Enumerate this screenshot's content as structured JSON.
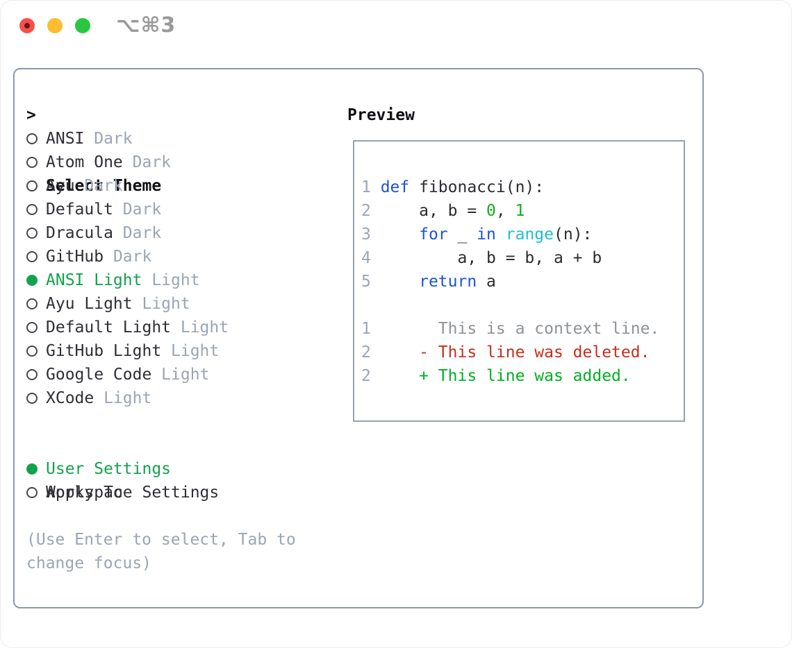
{
  "titlebar": {
    "shortcut": "⌥⌘3",
    "traffic_lights": {
      "close_color": "#f4514b",
      "close_dot_color": "#6e1411",
      "minimize_color": "#fcbd2f",
      "zoom_color": "#29c73f"
    }
  },
  "panel": {
    "select_theme": {
      "prefix": ">",
      "header": "Select Theme",
      "items": [
        {
          "name": "ANSI",
          "variant": "Dark",
          "selected": false
        },
        {
          "name": "Atom One",
          "variant": "Dark",
          "selected": false
        },
        {
          "name": "Ayu",
          "variant": "Dark",
          "selected": false
        },
        {
          "name": "Default",
          "variant": "Dark",
          "selected": false
        },
        {
          "name": "Dracula",
          "variant": "Dark",
          "selected": false
        },
        {
          "name": "GitHub",
          "variant": "Dark",
          "selected": false
        },
        {
          "name": "ANSI Light",
          "variant": "Light",
          "selected": true
        },
        {
          "name": "Ayu Light",
          "variant": "Light",
          "selected": false
        },
        {
          "name": "Default Light",
          "variant": "Light",
          "selected": false
        },
        {
          "name": "GitHub Light",
          "variant": "Light",
          "selected": false
        },
        {
          "name": "Google Code",
          "variant": "Light",
          "selected": false
        },
        {
          "name": "XCode",
          "variant": "Light",
          "selected": false
        }
      ]
    },
    "apply_to": {
      "header": "Apply To",
      "options": [
        {
          "label": "User Settings",
          "selected": true
        },
        {
          "label": "Workspace Settings",
          "selected": false
        }
      ]
    },
    "hint": "(Use Enter to select, Tab to\nchange focus)"
  },
  "preview": {
    "header": "Preview",
    "lines": [
      {
        "num": "1",
        "tokens": [
          {
            "text": "def",
            "c": "kw"
          },
          {
            "text": " fibonacci(n):",
            "c": "plain"
          }
        ]
      },
      {
        "num": "2",
        "tokens": [
          {
            "text": "    a, b = ",
            "c": "plain"
          },
          {
            "text": "0",
            "c": "num"
          },
          {
            "text": ", ",
            "c": "plain"
          },
          {
            "text": "1",
            "c": "num"
          }
        ]
      },
      {
        "num": "3",
        "tokens": [
          {
            "text": "    ",
            "c": "plain"
          },
          {
            "text": "for",
            "c": "kw"
          },
          {
            "text": " _ ",
            "c": "plain"
          },
          {
            "text": "in",
            "c": "kw"
          },
          {
            "text": " ",
            "c": "plain"
          },
          {
            "text": "range",
            "c": "fn"
          },
          {
            "text": "(n):",
            "c": "plain"
          }
        ]
      },
      {
        "num": "4",
        "tokens": [
          {
            "text": "        a, b = b, a + b",
            "c": "plain"
          }
        ]
      },
      {
        "num": "5",
        "tokens": [
          {
            "text": "    ",
            "c": "plain"
          },
          {
            "text": "return",
            "c": "kw"
          },
          {
            "text": " a",
            "c": "plain"
          }
        ]
      },
      {
        "num": "",
        "tokens": []
      },
      {
        "num": "1",
        "tokens": [
          {
            "text": "      This is a context line.",
            "c": "ctx"
          }
        ]
      },
      {
        "num": "2",
        "tokens": [
          {
            "text": "    - This line was deleted.",
            "c": "del"
          }
        ]
      },
      {
        "num": "2",
        "tokens": [
          {
            "text": "    + This line was added.",
            "c": "add"
          }
        ]
      }
    ]
  },
  "colors": {
    "accent_green": "#12a24c",
    "code_keyword_blue": "#1d53d3",
    "code_function_cyan": "#1fc0cb",
    "code_number_green": "#0db117",
    "diff_deleted_red": "#c72d1c",
    "diff_added_green": "#00b022",
    "diff_context_gray": "#8d9298",
    "muted_gray": "#9aa5b4",
    "panel_border": "#8d98a6",
    "preview_border": "#99a2ab"
  }
}
